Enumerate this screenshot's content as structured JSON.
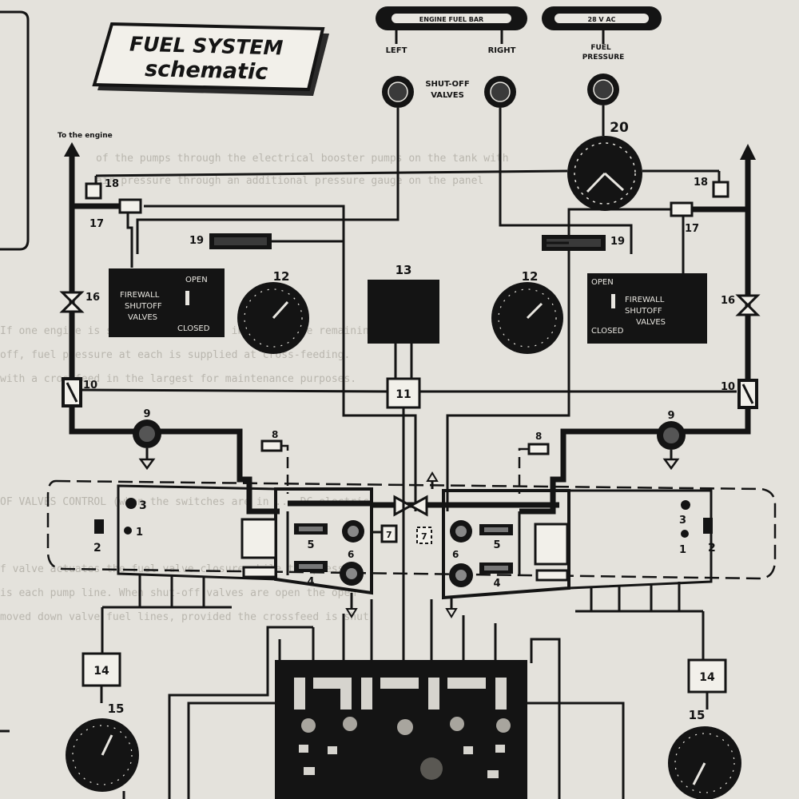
{
  "title": {
    "line1": "FUEL SYSTEM",
    "line2": "schematic"
  },
  "panel": {
    "left_placard": "ENGINE FUEL BAR",
    "right_placard": "28 V AC",
    "left_label": "LEFT",
    "right_label": "RIGHT",
    "shutoff_label_1": "SHUT-OFF",
    "shutoff_label_2": "VALVES",
    "fuel_label_1": "FUEL",
    "fuel_label_2": "PRESSURE"
  },
  "engine_note": "To the engine",
  "firewall": {
    "left": {
      "open": "OPEN",
      "l1": "FIREWALL",
      "l2": "SHUTOFF",
      "l3": "VALVES",
      "closed": "CLOSED"
    },
    "right": {
      "open": "OPEN",
      "l1": "FIREWALL",
      "l2": "SHUTOFF",
      "l3": "VALVES",
      "closed": "CLOSED"
    }
  },
  "numbers": {
    "n20": "20",
    "n18l": "18",
    "n18r": "18",
    "n17l": "17",
    "n17r": "17",
    "n19l": "19",
    "n19r": "19",
    "n12l": "12",
    "n12r": "12",
    "n13": "13",
    "n16l": "16",
    "n16r": "16",
    "n10l": "10",
    "n10r": "10",
    "n11": "11",
    "n9l": "9",
    "n9r": "9",
    "n8l": "8",
    "n8r": "8",
    "n3l": "3",
    "n1l": "1",
    "n2l": "2",
    "n3r": "3",
    "n1r": "1",
    "n2r": "2",
    "n5l": "5",
    "n4l": "4",
    "n6l": "6",
    "n5r": "5",
    "n4r": "4",
    "n6r": "6",
    "n7l": "7",
    "n7r": "7",
    "n14l": "14",
    "n14r": "14",
    "n15l": "15",
    "n15r": "15"
  },
  "background_text": [
    "of the pumps through the electrical booster pumps on the tank with",
    "air pressure through an additional pressure gauge on the panel",
    "If one engine is shut down, the fuel in the engine remaining",
    "off, fuel pressure at each is supplied at cross-feeding.",
    "with a crossfeed in the largest for maintenance purposes.",
    "OF VALVES CONTROL (when the switches are in ... DC electric",
    "f valve actuates the fuel valve closure while the pressure",
    "is each pump line. When shut-off valves are open the open",
    "moved down valve fuel lines, provided the crossfeed is shut"
  ]
}
